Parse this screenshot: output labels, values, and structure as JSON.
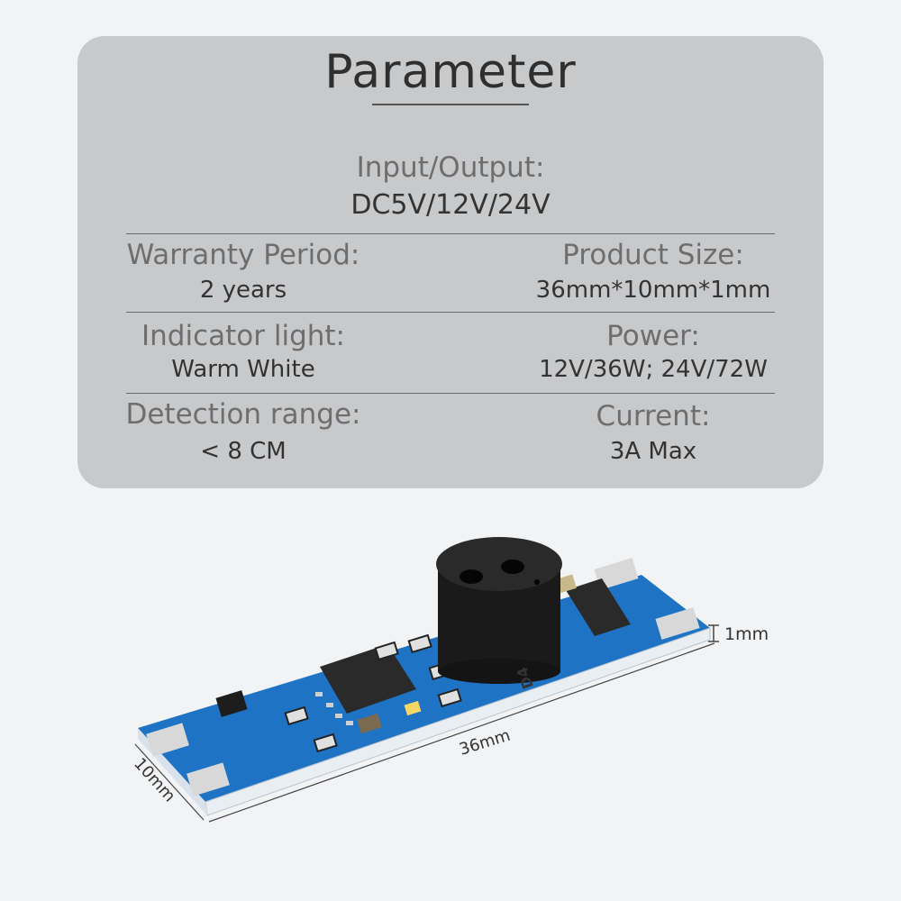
{
  "title": "Parameter",
  "specs": {
    "io": {
      "label": "Input/Output:",
      "value": "DC5V/12V/24V"
    },
    "warranty": {
      "label": "Warranty Period:",
      "value": "2 years"
    },
    "size": {
      "label": "Product Size:",
      "value": "36mm*10mm*1mm"
    },
    "indicator": {
      "label": "Indicator light:",
      "value": "Warm White"
    },
    "power": {
      "label": "Power:",
      "value": "12V/36W; 24V/72W"
    },
    "range": {
      "label": "Detection range:",
      "value": "< 8 CM"
    },
    "current": {
      "label": "Current:",
      "value": "3A Max"
    }
  },
  "dimensions": {
    "length": "36mm",
    "width": "10mm",
    "thickness": "1mm"
  },
  "board": {
    "marking": "D4"
  },
  "colors": {
    "card": "#c8c9cb",
    "background": "#f2f3f5",
    "pcb": "#1f73c4",
    "sensor": "#1a1a1a"
  }
}
